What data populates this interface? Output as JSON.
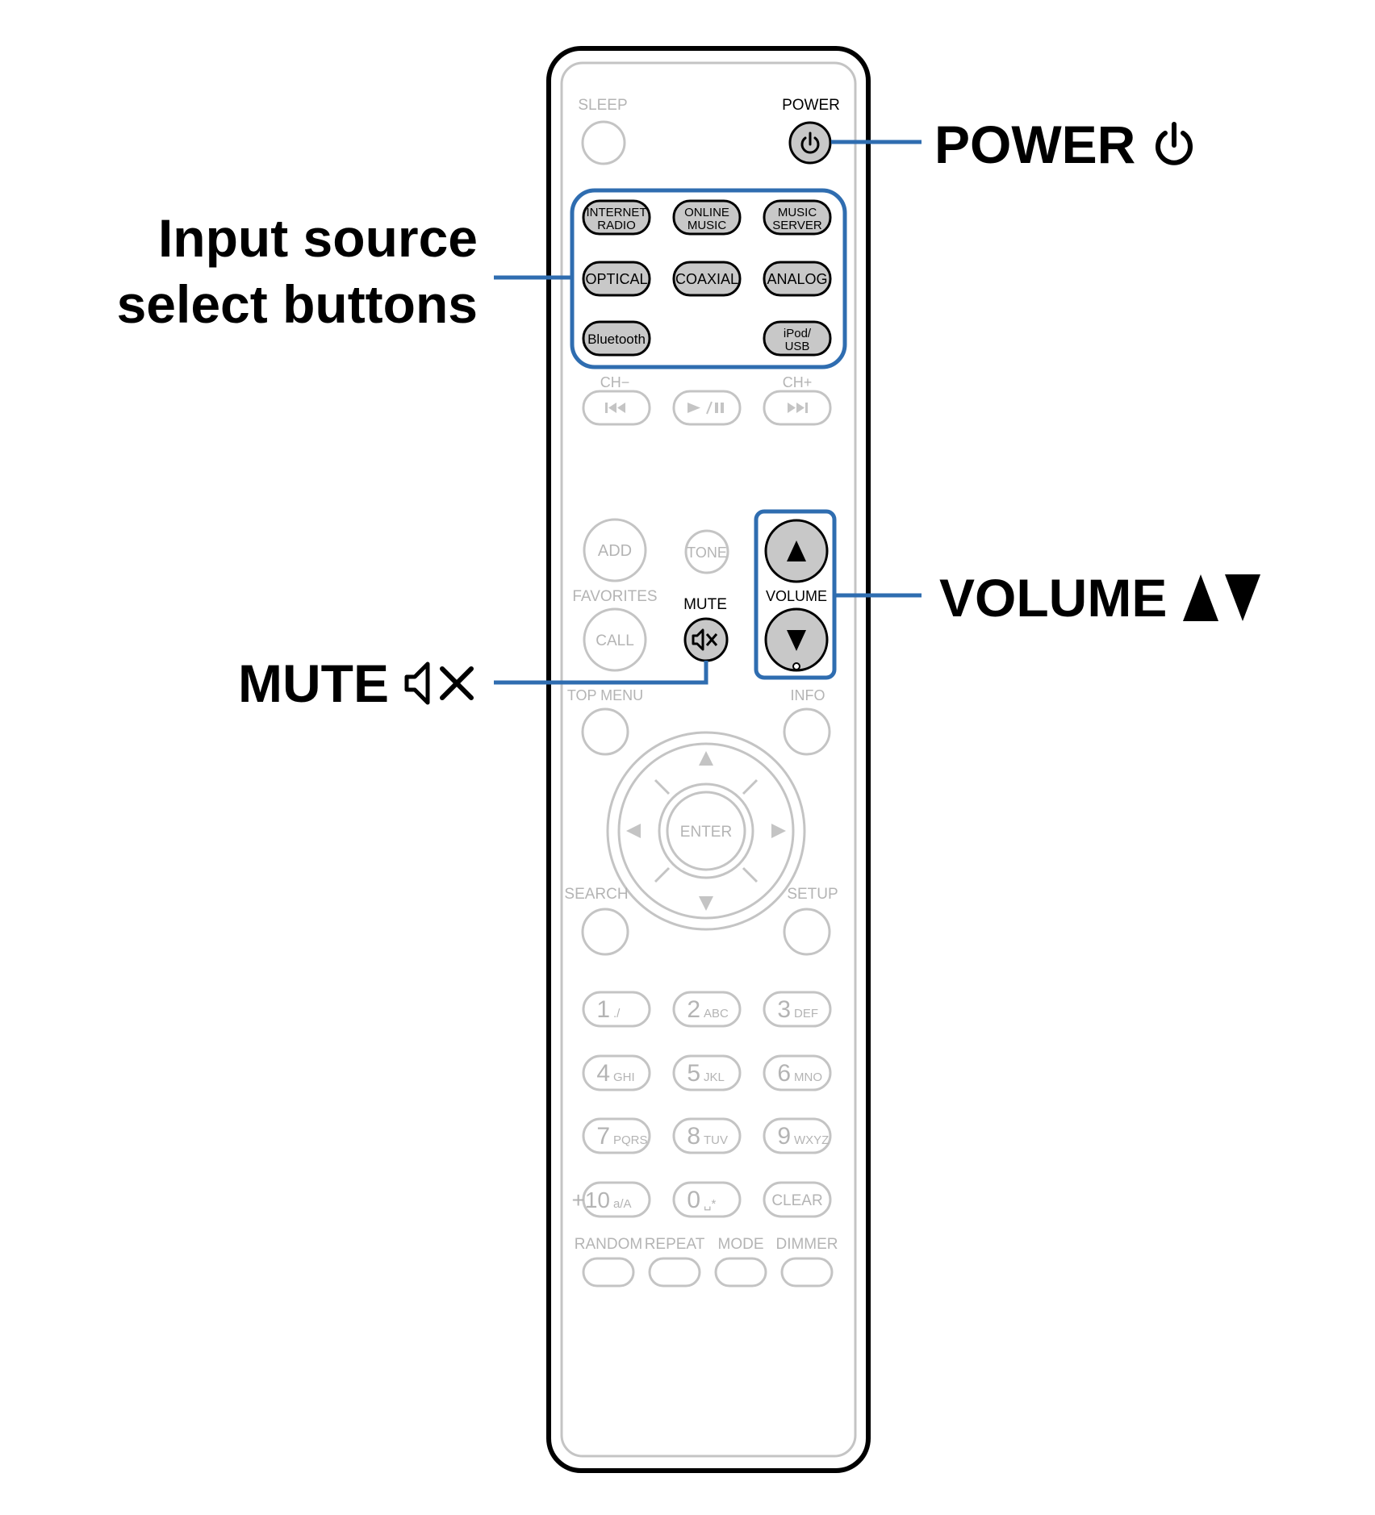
{
  "colors": {
    "highlight": "#2f6db0",
    "active_button_fill": "#c8c8c8",
    "active_text": "#000000",
    "inactive_stroke": "#c4c4c4",
    "inactive_text": "#b4b4b4",
    "remote_outline": "#000000"
  },
  "callouts": {
    "input_source_line1": "Input source",
    "input_source_line2": "select buttons",
    "power": "POWER",
    "power_icon": "power-icon",
    "volume": "VOLUME",
    "volume_icon": "up-down-triangles-icon",
    "mute": "MUTE",
    "mute_icon": "speaker-mute-icon"
  },
  "remote": {
    "sleep": "SLEEP",
    "power": "POWER",
    "sources": {
      "internet_radio": [
        "INTERNET",
        "RADIO"
      ],
      "online_music": [
        "ONLINE",
        "MUSIC"
      ],
      "music_server": [
        "MUSIC",
        "SERVER"
      ],
      "optical": "OPTICAL",
      "coaxial": "COAXIAL",
      "analog": "ANALOG",
      "bluetooth": "Bluetooth",
      "ipod_usb": [
        "iPod/",
        "USB"
      ]
    },
    "ch_minus": "CH−",
    "ch_plus": "CH+",
    "add": "ADD",
    "tone": "TONE",
    "favorites": "FAVORITES",
    "call": "CALL",
    "mute": "MUTE",
    "volume": "VOLUME",
    "top_menu": "TOP MENU",
    "info": "INFO",
    "enter": "ENTER",
    "search": "SEARCH",
    "setup": "SETUP",
    "keypad": [
      {
        "num": "1",
        "sub": "./"
      },
      {
        "num": "2",
        "sub": "ABC"
      },
      {
        "num": "3",
        "sub": "DEF"
      },
      {
        "num": "4",
        "sub": "GHI"
      },
      {
        "num": "5",
        "sub": "JKL"
      },
      {
        "num": "6",
        "sub": "MNO"
      },
      {
        "num": "7",
        "sub": "PQRS"
      },
      {
        "num": "8",
        "sub": "TUV"
      },
      {
        "num": "9",
        "sub": "WXYZ"
      },
      {
        "num": "+10",
        "sub": "a/A"
      },
      {
        "num": "0",
        "sub": "␣*"
      },
      {
        "num": "CLEAR",
        "sub": ""
      }
    ],
    "bottom_buttons": [
      "RANDOM",
      "REPEAT",
      "MODE",
      "DIMMER"
    ]
  }
}
